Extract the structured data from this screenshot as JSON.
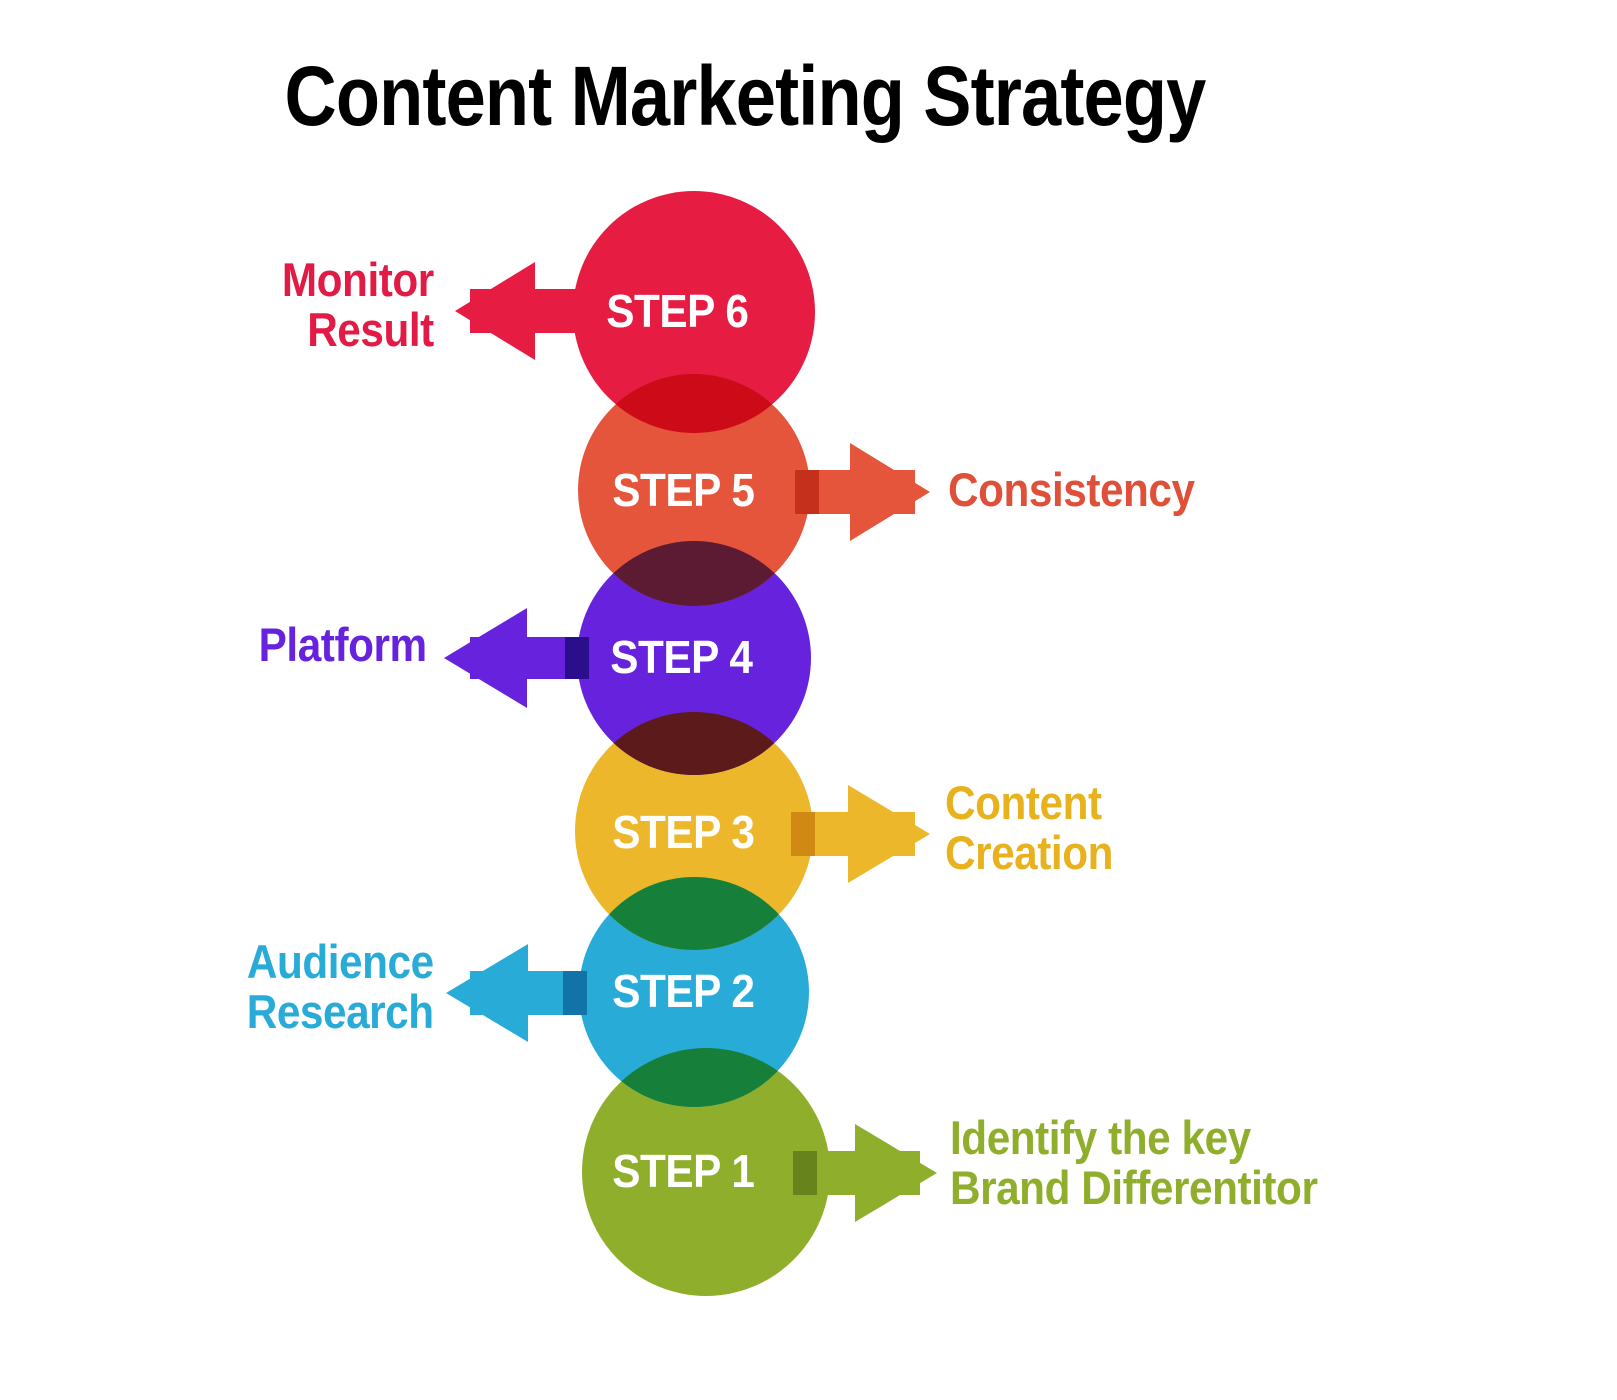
{
  "title": "Content Marketing Strategy",
  "background_color": "#FFFFFF",
  "title_color": "#000000",
  "chart_data": {
    "type": "diagram",
    "title": "Content Marketing Strategy",
    "layout": "vertical overlapping circle stack, steps ascend bottom to top, alternating left/right arrow callouts",
    "steps": [
      {
        "step_label": "STEP 1",
        "description": "Identify the key\nBrand Differentitor",
        "color": "#8FAE2B",
        "text_color": "#8FAE2B",
        "arrow_direction": "right",
        "position": 1
      },
      {
        "step_label": "STEP 2",
        "description": "Audience\nResearch",
        "color": "#29ABD8",
        "text_color": "#29ABD8",
        "arrow_direction": "left",
        "position": 2
      },
      {
        "step_label": "STEP 3",
        "description": "Content\nCreation",
        "color": "#EDB72B",
        "text_color": "#E8B21F",
        "arrow_direction": "right",
        "position": 3
      },
      {
        "step_label": "STEP 4",
        "description": "Platform",
        "color": "#6622DD",
        "text_color": "#6622DD",
        "arrow_direction": "left",
        "position": 4
      },
      {
        "step_label": "STEP 5",
        "description": "Consistency",
        "color": "#E4553C",
        "text_color": "#DE503A",
        "arrow_direction": "right",
        "position": 5
      },
      {
        "step_label": "STEP 6",
        "description": "Monitor\nResult",
        "color": "#E71C४3",
        "text_color": "#E21B46",
        "arrow_direction": "left",
        "position": 6
      }
    ],
    "overlap_colors": {
      "step1_step2": "#16803A",
      "step2_step3": "#16803A",
      "step3_step4": "#5C1A1A",
      "step4_step5": "#5C1A33",
      "step5_step6": "#CC0A18"
    }
  },
  "steps": [
    {
      "label": "STEP 6",
      "caption": "Monitor\nResult",
      "color": "#E71C43",
      "caption_color": "#E21B46",
      "direction": "left"
    },
    {
      "label": "STEP 5",
      "caption": "Consistency",
      "color": "#E4553C",
      "caption_color": "#DE503A",
      "direction": "right"
    },
    {
      "label": "STEP 4",
      "caption": "Platform",
      "color": "#6622DD",
      "caption_color": "#6622DD",
      "direction": "left"
    },
    {
      "label": "STEP 3",
      "caption": "Content\nCreation",
      "color": "#EDB72B",
      "caption_color": "#E8B21F",
      "direction": "right"
    },
    {
      "label": "STEP 2",
      "caption": "Audience\nResearch",
      "color": "#29ABD8",
      "caption_color": "#29ABD8",
      "direction": "left"
    },
    {
      "label": "STEP 1",
      "caption": "Identify the key\nBrand Differentitor",
      "color": "#8FAE2B",
      "caption_color": "#8FAE2B",
      "direction": "right"
    }
  ]
}
